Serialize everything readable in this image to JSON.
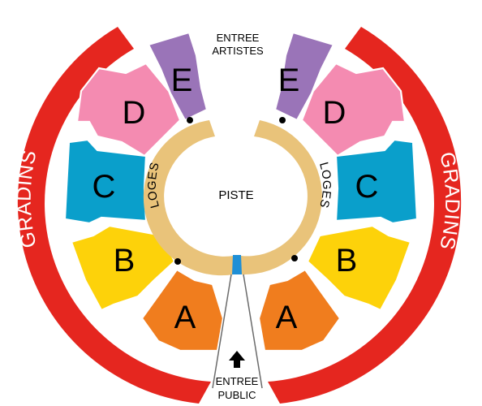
{
  "labels": {
    "piste": "PISTE",
    "loges_left": "LOGES",
    "loges_right": "LOGES",
    "gradins_left": "GRADINS",
    "gradins_right": "GRADINS",
    "entree_artistes_line1": "ENTREE",
    "entree_artistes_line2": "ARTISTES",
    "entree_public_line1": "ENTREE",
    "entree_public_line2": "PUBLIC"
  },
  "sections": {
    "left": {
      "a": "A",
      "b": "B",
      "c": "C",
      "d": "D",
      "e": "E"
    },
    "right": {
      "a": "A",
      "b": "B",
      "c": "C",
      "d": "D",
      "e": "E"
    }
  },
  "colors": {
    "gradins": "#e5261f",
    "a": "#f07d1e",
    "b": "#fdd20a",
    "c": "#0a9fcb",
    "d": "#f48bb1",
    "e": "#9a74b8",
    "loges": "#e9c37a",
    "aisle": "#1f8fd6",
    "outline": "#6b6b6b"
  },
  "icons": {
    "public_entrance": "arrow-up-icon"
  }
}
